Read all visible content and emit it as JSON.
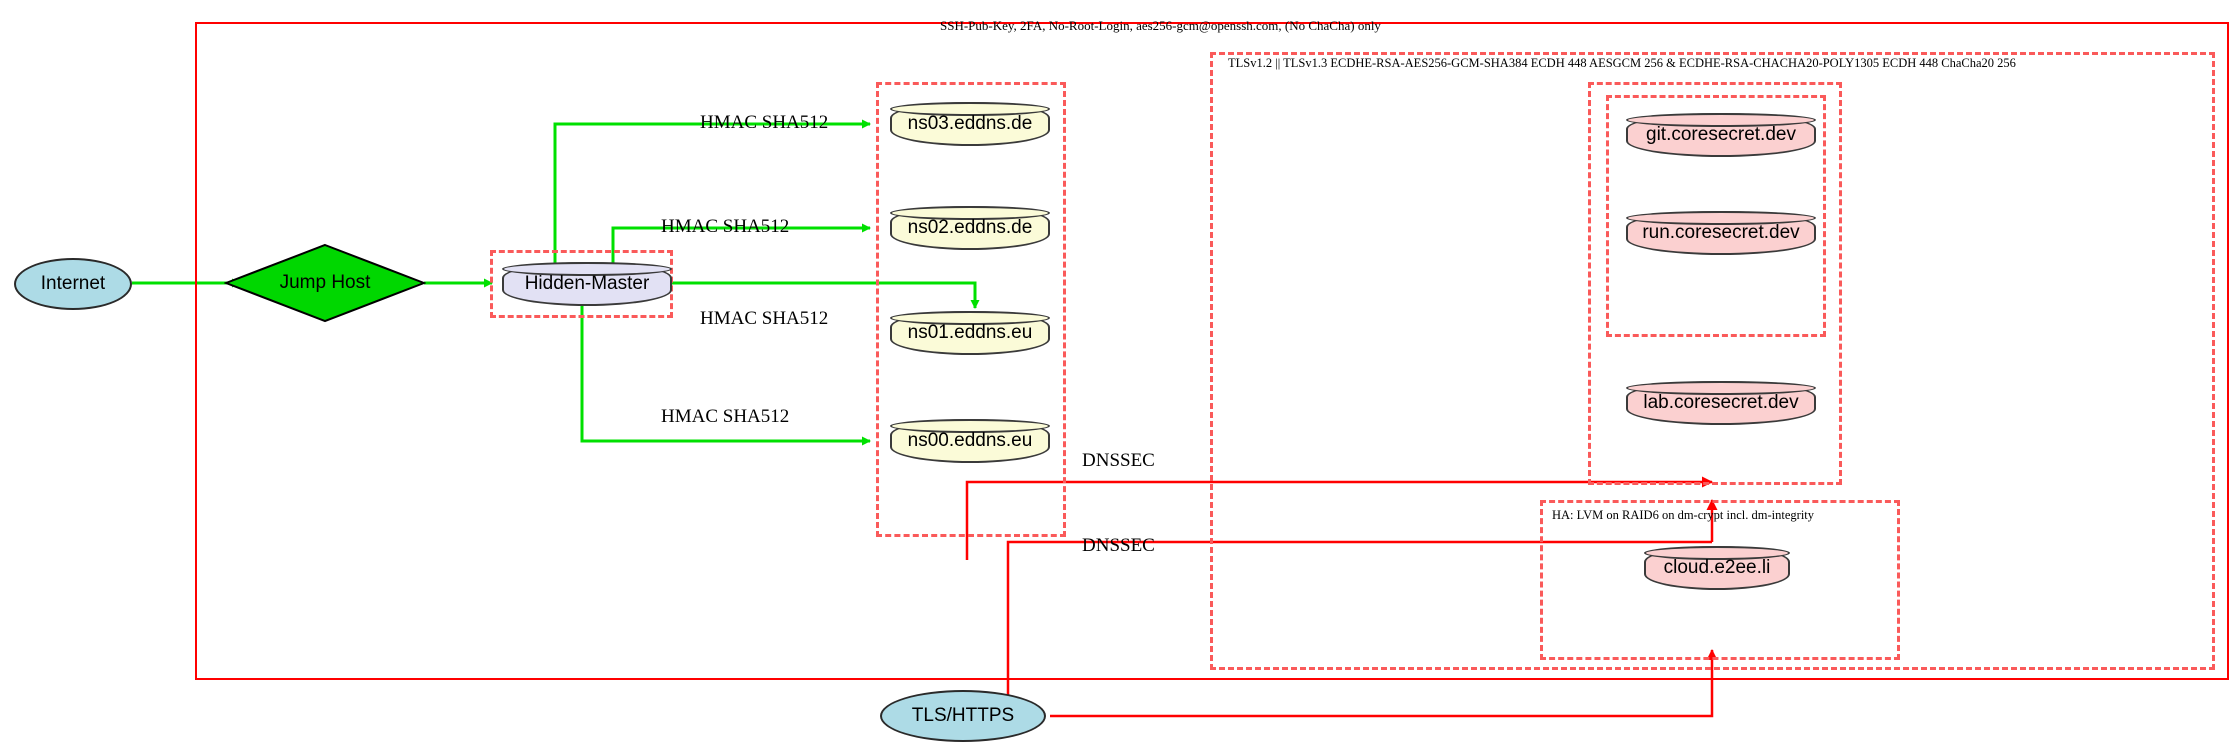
{
  "diagram": {
    "title_top": "SSH-Pub-Key, 2FA, No-Root-Login, aes256-gcm@openssh.com, (No ChaCha) only",
    "clusters": [
      {
        "id": "outer_ssh",
        "label": "SSH-Pub-Key, 2FA, No-Root-Login, aes256-gcm@openssh.com, (No ChaCha) only"
      },
      {
        "id": "tls_box",
        "label": "TLSv1.2 || TLSv1.3 ECDHE-RSA-AES256-GCM-SHA384 ECDH 448 AESGCM 256 & ECDHE-RSA-CHACHA20-POLY1305 ECDH 448 ChaCha20 256"
      },
      {
        "id": "ha_box",
        "label": "HA: LVM on RAID6 on dm-crypt incl. dm-integrity"
      },
      {
        "id": "dns_box",
        "label": ""
      },
      {
        "id": "master_box",
        "label": ""
      },
      {
        "id": "apps_box",
        "label": ""
      },
      {
        "id": "apps_inner",
        "label": ""
      }
    ],
    "nodes": [
      {
        "id": "internet",
        "label": "Internet",
        "shape": "ellipse",
        "color": "#addbe6"
      },
      {
        "id": "jumphost",
        "label": "Jump Host",
        "shape": "diamond",
        "color": "#00d700"
      },
      {
        "id": "hidden_master",
        "label": "Hidden-Master",
        "shape": "cylinder",
        "color": "#e2e1f4"
      },
      {
        "id": "ns03",
        "label": "ns03.eddns.de",
        "shape": "cylinder",
        "color": "#fbfbd8"
      },
      {
        "id": "ns02",
        "label": "ns02.eddns.de",
        "shape": "cylinder",
        "color": "#fbfbd8"
      },
      {
        "id": "ns01",
        "label": "ns01.eddns.eu",
        "shape": "cylinder",
        "color": "#fbfbd8"
      },
      {
        "id": "ns00",
        "label": "ns00.eddns.eu",
        "shape": "cylinder",
        "color": "#fbfbd8"
      },
      {
        "id": "git",
        "label": "git.coresecret.dev",
        "shape": "cylinder",
        "color": "#fbd0d0"
      },
      {
        "id": "run",
        "label": "run.coresecret.dev",
        "shape": "cylinder",
        "color": "#fbd0d0"
      },
      {
        "id": "lab",
        "label": "lab.coresecret.dev",
        "shape": "cylinder",
        "color": "#fbd0d0"
      },
      {
        "id": "cloud",
        "label": "cloud.e2ee.li",
        "shape": "cylinder",
        "color": "#fbd0d0"
      },
      {
        "id": "tlshttps",
        "label": "TLS/HTTPS",
        "shape": "ellipse",
        "color": "#addbe6"
      }
    ],
    "edge_labels": {
      "hmac1": "HMAC SHA512",
      "hmac2": "HMAC SHA512",
      "hmac3": "HMAC SHA512",
      "hmac4": "HMAC SHA512",
      "dnssec1": "DNSSEC",
      "dnssec2": "DNSSEC"
    },
    "colors": {
      "edge_green": "#00e000",
      "edge_red": "#ff0000",
      "cluster_border": "#ff0000",
      "cluster_dashed": "#fa5a5a",
      "node_stroke": "#3a3a3a"
    }
  }
}
